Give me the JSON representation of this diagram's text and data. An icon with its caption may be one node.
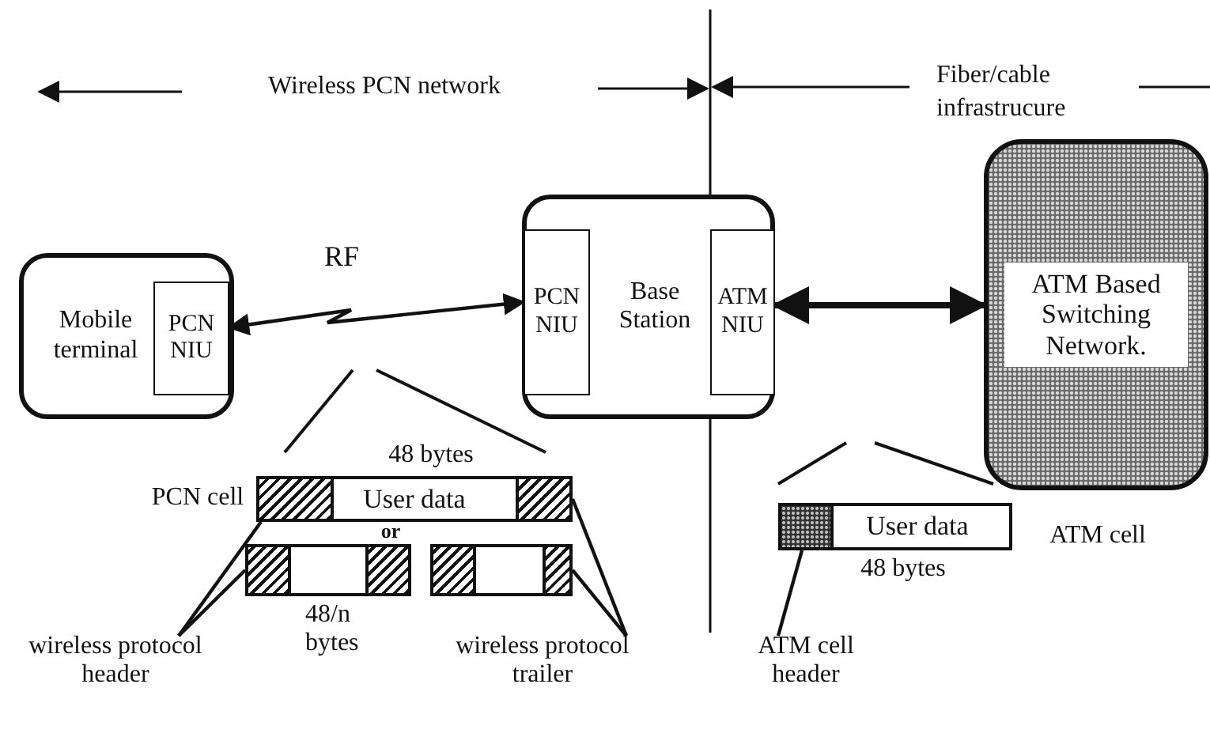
{
  "diagram": {
    "nodes": [
      {
        "text": [
          "Mobile terminal"
        ]
      },
      {
        "text": [
          "PCN NIU"
        ],
        "in": 0
      },
      {
        "text": [
          "Base Station"
        ]
      },
      {
        "text": [
          "PCN NIU"
        ],
        "in": 2
      },
      {
        "text": [
          "ATM NIU"
        ],
        "in": 2
      },
      {
        "text": [
          "ATM Based Switching Network."
        ]
      },
      {
        "text": [
          "User data"
        ],
        "beside": [
          "48 bytes",
          "PCN cell"
        ]
      },
      {
        "text": [],
        "shape": "bar",
        "beside": [
          "48/n bytes"
        ]
      },
      {
        "text": [],
        "shape": "bar"
      },
      {
        "text": [
          "User data"
        ],
        "beside": [
          "ATM cell",
          "48 bytes"
        ]
      },
      {
        "text": [
          "wireless protocol header"
        ]
      },
      {
        "text": [
          "wireless protocol trailer"
        ]
      },
      {
        "text": [
          "ATM cell header"
        ]
      }
    ],
    "edges": [
      {
        "from": 1,
        "to": 3,
        "arrow": "both",
        "label": "RF"
      },
      {
        "from": 4,
        "to": 5,
        "arrow": "both",
        "style": "thick"
      },
      {
        "from": 10,
        "to": 6,
        "arrow": "none"
      },
      {
        "from": 10,
        "to": 7,
        "arrow": "none"
      },
      {
        "from": 11,
        "to": 6,
        "arrow": "none"
      },
      {
        "from": 11,
        "to": 8,
        "arrow": "none"
      },
      {
        "from": 12,
        "to": 9,
        "arrow": "none"
      }
    ],
    "labels": [
      "Wireless PCN network",
      "Fiber/cable infrastrucure",
      "or"
    ]
  }
}
